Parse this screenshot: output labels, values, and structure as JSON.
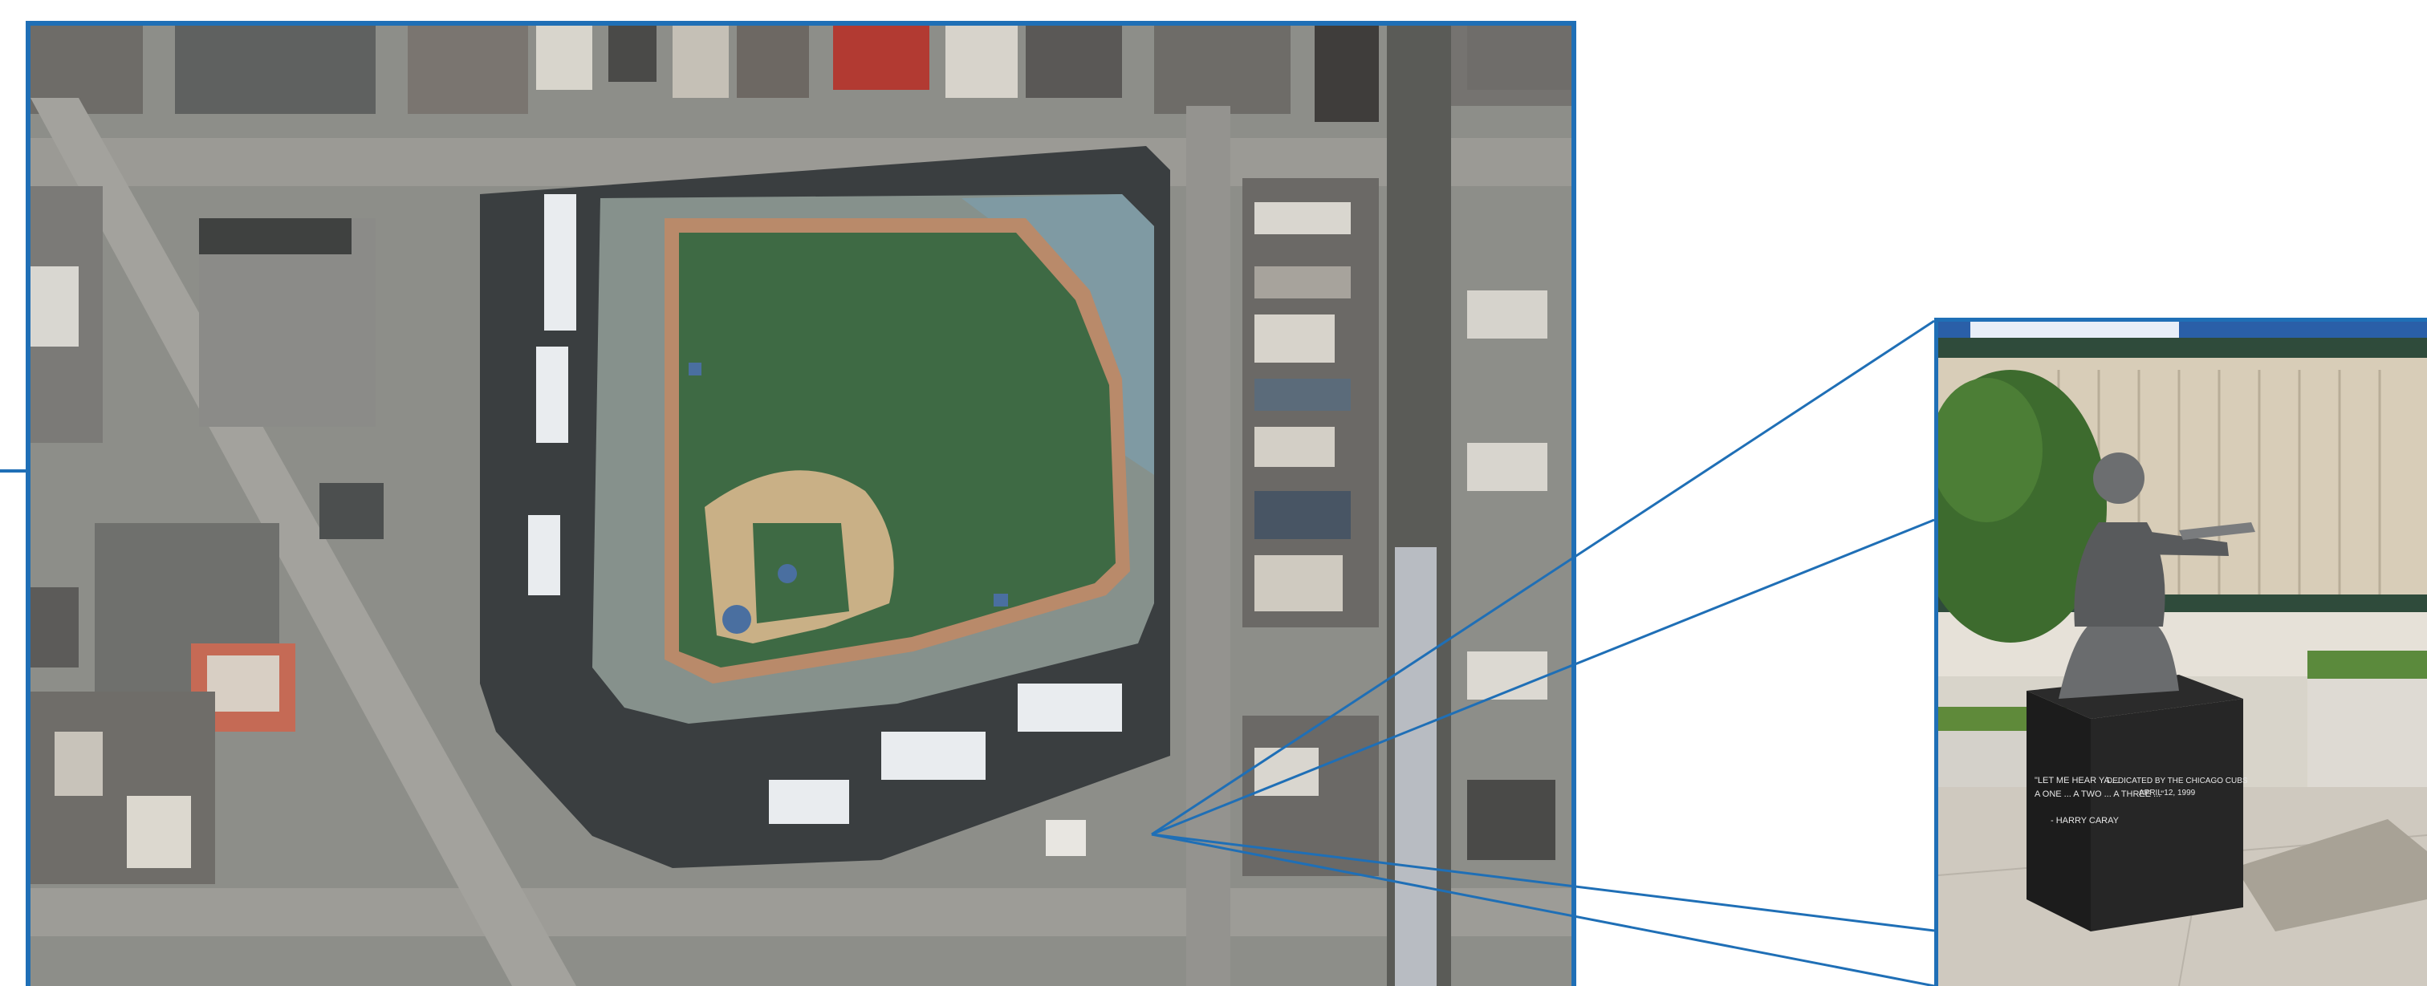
{
  "colors": {
    "frame": "#1f6fb6",
    "grass": "#3e6a44",
    "infield_dirt": "#c9b086",
    "warning_track": "#b98a6a",
    "roof": "#3a3e40",
    "street": "#8a8a86"
  },
  "statue_plaque": {
    "left_quote_line1": "\"LET ME HEAR YA ...",
    "left_quote_line2": "A ONE ... A TWO ... A THREE ...\"",
    "left_attribution": "- HARRY CARAY",
    "right_line1": "DEDICATED BY THE CHICAGO CUBS",
    "right_line2": "APRIL 12, 1999"
  },
  "icons": {
    "aerial": "aerial-stadium-photo",
    "statue": "statue-photo"
  }
}
